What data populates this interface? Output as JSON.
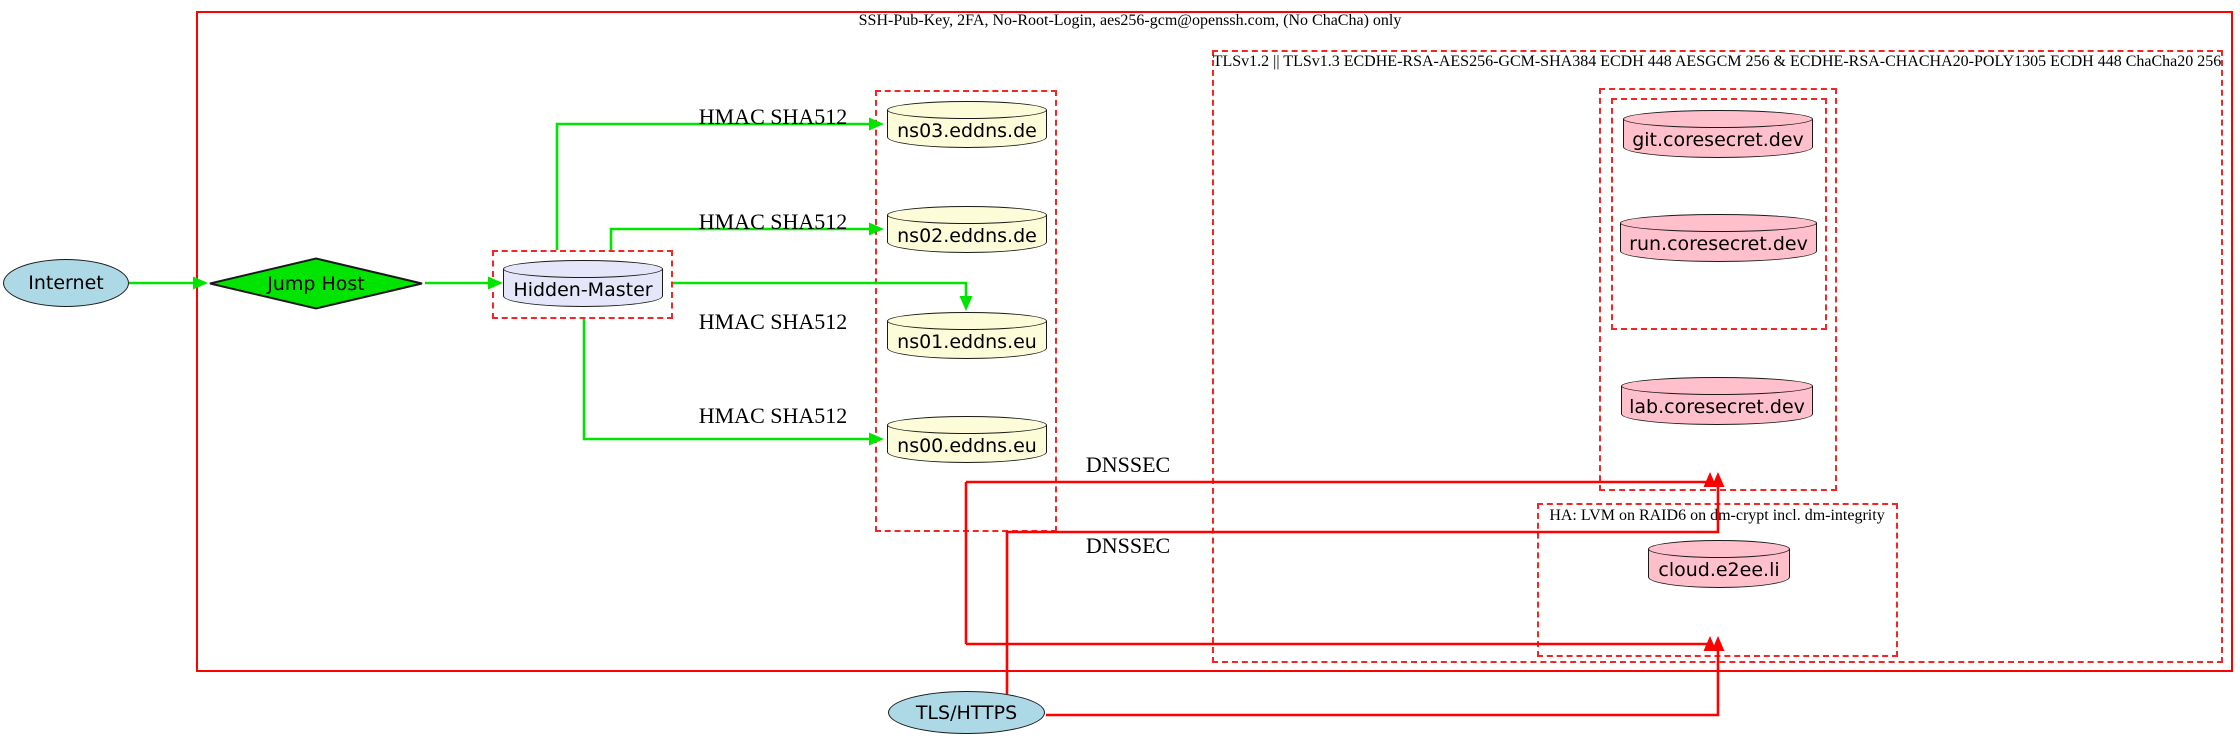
{
  "diagram": {
    "clusters": {
      "ssh_policy": {
        "label": "SSH-Pub-Key, 2FA, No-Root-Login, aes256-gcm@openssh.com, (No ChaCha) only"
      },
      "tls_policy": {
        "label": "TLSv1.2 || TLSv1.3 ECDHE-RSA-AES256-GCM-SHA384 ECDH 448 AESGCM 256 & ECDHE-RSA-CHACHA20-POLY1305 ECDH 448 ChaCha20 256"
      },
      "ha_storage": {
        "label": "HA: LVM on RAID6 on dm-crypt incl. dm-integrity"
      }
    },
    "nodes": {
      "internet": {
        "label": "Internet",
        "shape": "ellipse"
      },
      "jump_host": {
        "label": "Jump Host",
        "shape": "diamond"
      },
      "hidden_master": {
        "label": "Hidden-Master",
        "shape": "cylinder"
      },
      "ns03": {
        "label": "ns03.eddns.de",
        "shape": "cylinder"
      },
      "ns02": {
        "label": "ns02.eddns.de",
        "shape": "cylinder"
      },
      "ns01": {
        "label": "ns01.eddns.eu",
        "shape": "cylinder"
      },
      "ns00": {
        "label": "ns00.eddns.eu",
        "shape": "cylinder"
      },
      "git": {
        "label": "git.coresecret.dev",
        "shape": "cylinder"
      },
      "run": {
        "label": "run.coresecret.dev",
        "shape": "cylinder"
      },
      "lab": {
        "label": "lab.coresecret.dev",
        "shape": "cylinder"
      },
      "cloud": {
        "label": "cloud.e2ee.li",
        "shape": "cylinder"
      },
      "tls_https": {
        "label": "TLS/HTTPS",
        "shape": "ellipse"
      }
    },
    "edge_labels": {
      "hmac": "HMAC SHA512",
      "dnssec": "DNSSEC"
    },
    "colors": {
      "edge_green": "#00e400",
      "edge_red": "#ff0000",
      "cluster_dashed_red": "#f42525",
      "cluster_solid_red": "#ff0000",
      "node_lightblue": "#add8e6",
      "node_lavender": "#e6e6fa",
      "node_lightyellow": "#fcfcd9",
      "node_pink": "#ffc0cb",
      "node_border": "#1a1a1a"
    }
  }
}
